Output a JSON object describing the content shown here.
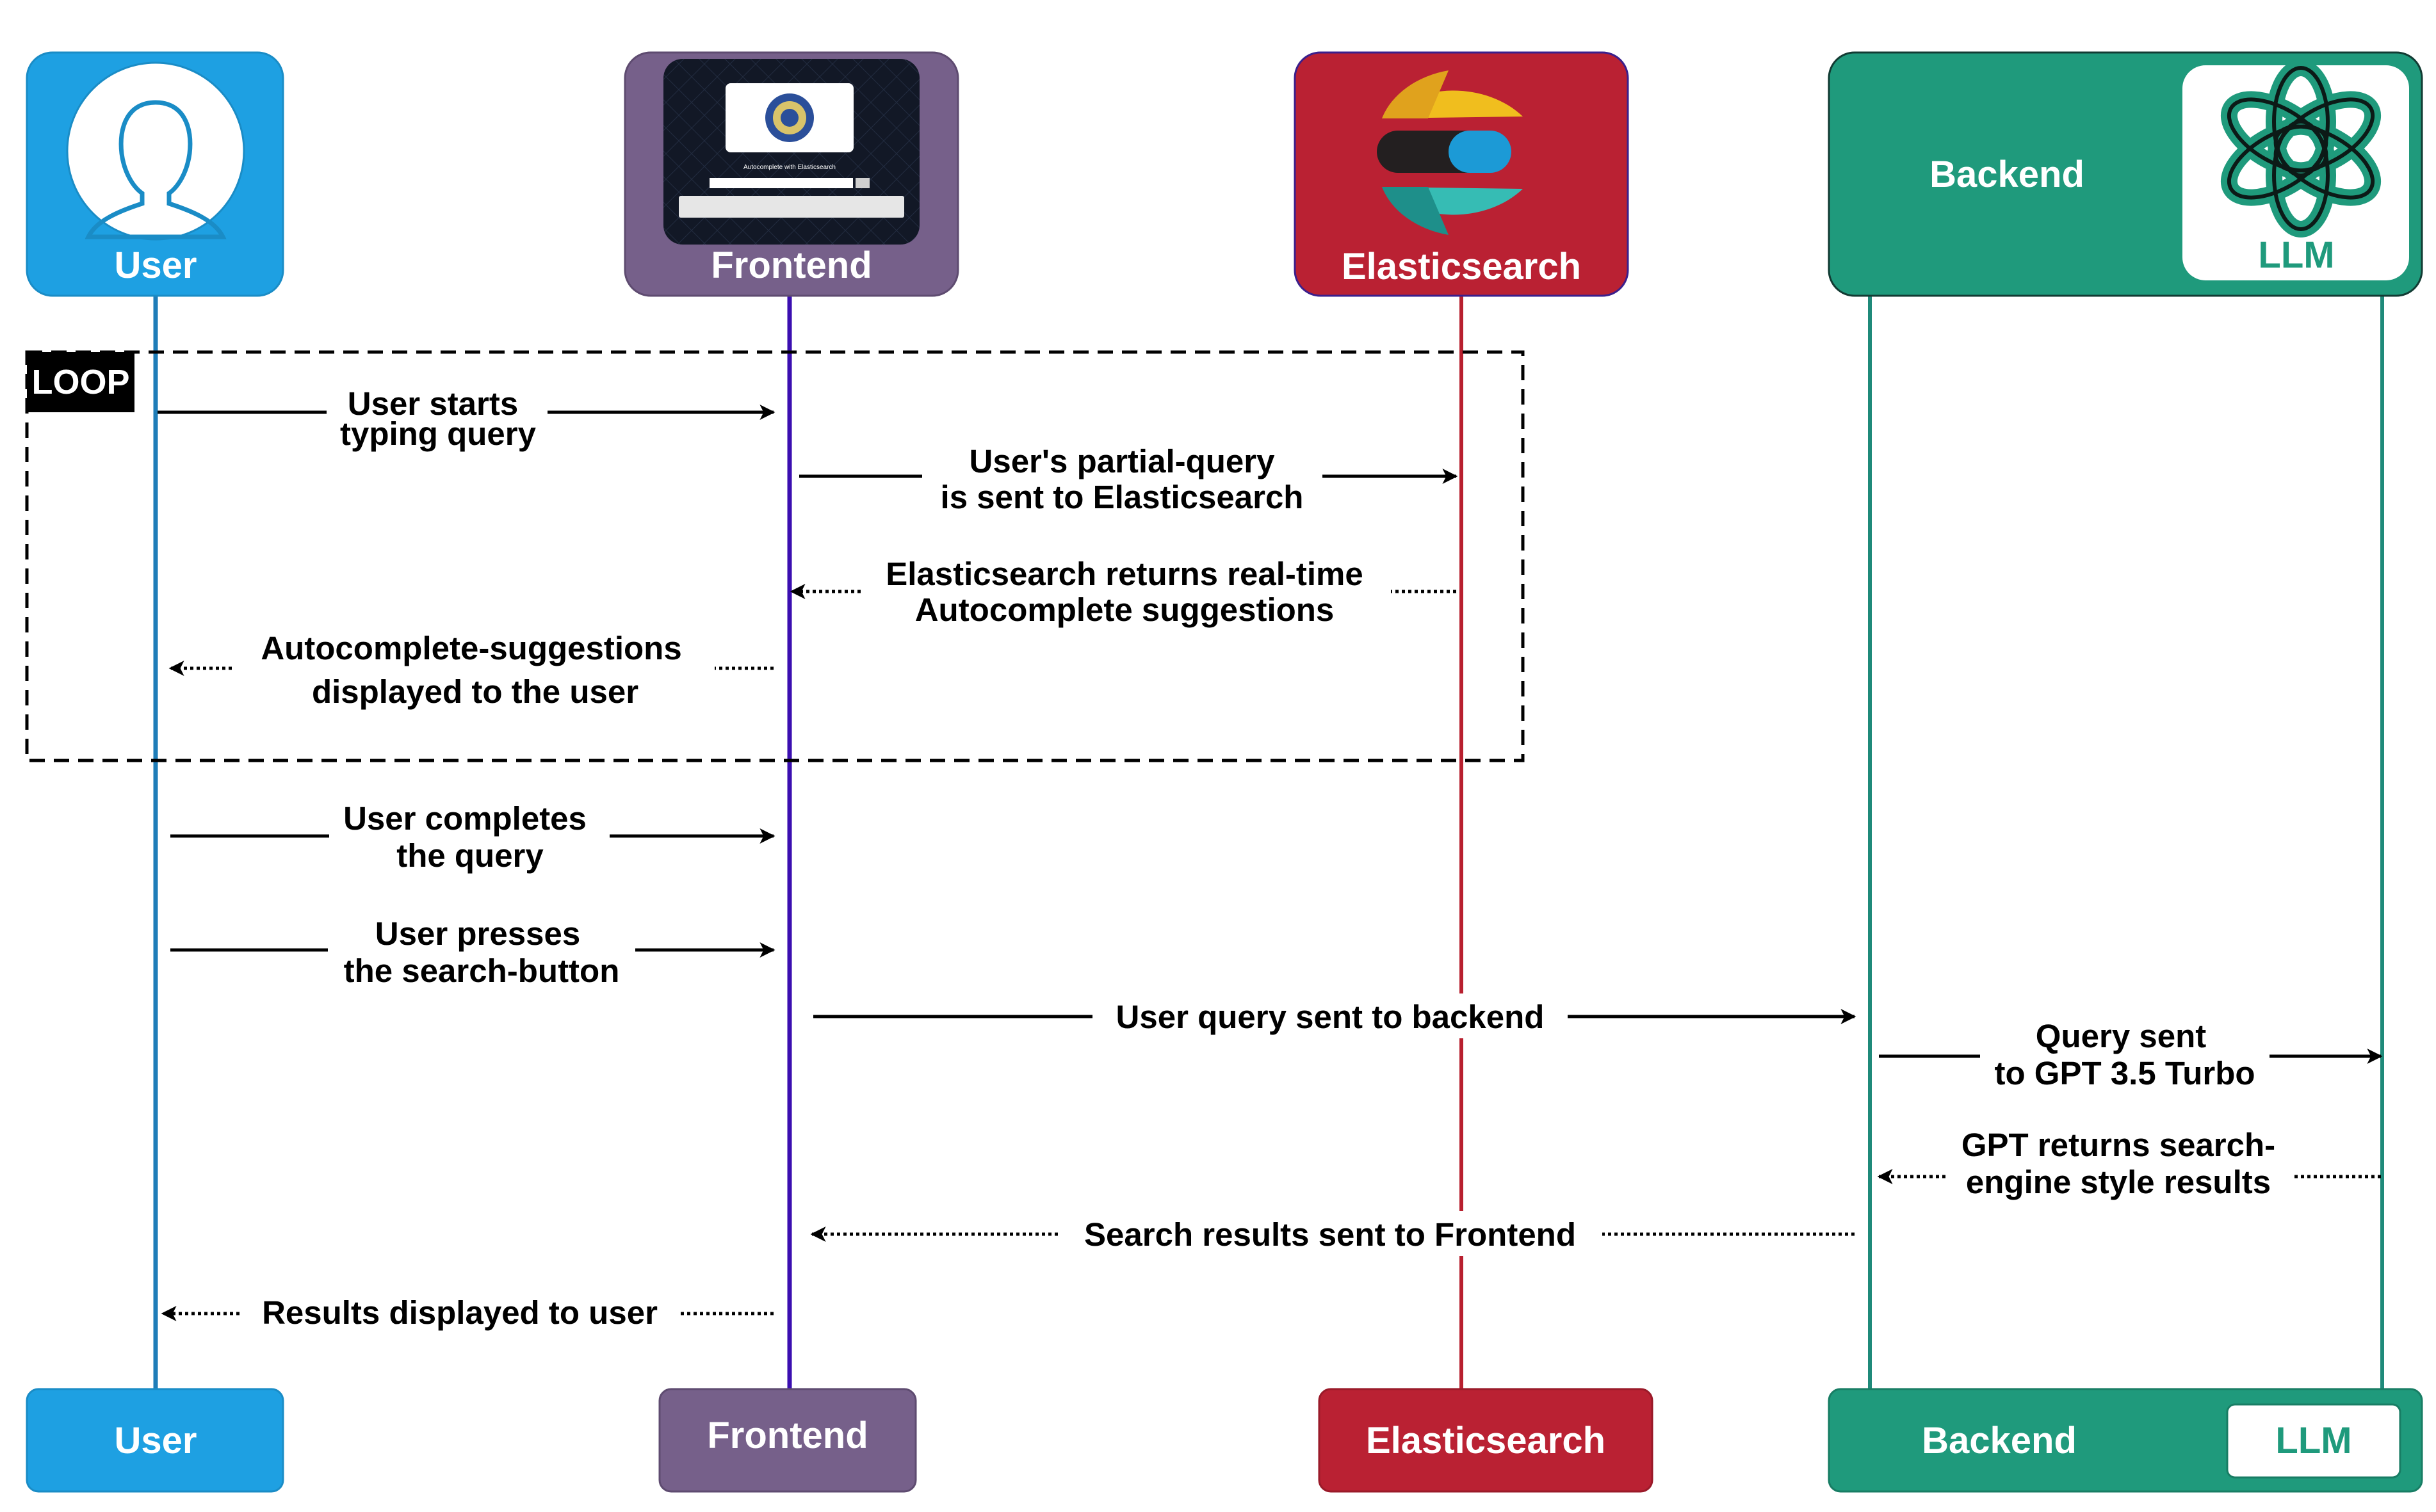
{
  "participants": {
    "user": {
      "label": "User",
      "color": "#1ea0e2"
    },
    "frontend": {
      "label": "Frontend",
      "color": "#76608a"
    },
    "elasticsearch": {
      "label": "Elasticsearch",
      "color": "#ba2133"
    },
    "backend": {
      "label": "Backend",
      "color": "#1f9a7c"
    },
    "llm": {
      "label": "LLM",
      "color": "#1f9a7c"
    }
  },
  "frontend_screenshot": {
    "caption": "Autocomplete with Elasticsearch"
  },
  "loop": {
    "label": "LOOP"
  },
  "messages": [
    {
      "id": "m1",
      "lines": [
        "User starts",
        "typing query"
      ],
      "style": "solid"
    },
    {
      "id": "m2",
      "lines": [
        "User's partial-query",
        "is sent to Elasticsearch"
      ],
      "style": "solid"
    },
    {
      "id": "m3",
      "lines": [
        "Elasticsearch returns real-time",
        "Autocomplete suggestions"
      ],
      "style": "dotted"
    },
    {
      "id": "m4",
      "lines": [
        "Autocomplete-suggestions",
        "displayed to the user"
      ],
      "style": "dotted"
    },
    {
      "id": "m5",
      "lines": [
        "User completes",
        "the query"
      ],
      "style": "solid"
    },
    {
      "id": "m6",
      "lines": [
        "User presses",
        "the search-button"
      ],
      "style": "solid"
    },
    {
      "id": "m7",
      "lines": [
        "User query sent to backend"
      ],
      "style": "solid"
    },
    {
      "id": "m8",
      "lines": [
        "Query sent",
        "to GPT 3.5 Turbo"
      ],
      "style": "solid"
    },
    {
      "id": "m9",
      "lines": [
        "GPT returns search-",
        "engine style results"
      ],
      "style": "dotted"
    },
    {
      "id": "m10",
      "lines": [
        "Search results sent to Frontend"
      ],
      "style": "dotted"
    },
    {
      "id": "m11",
      "lines": [
        "Results displayed to user"
      ],
      "style": "dotted"
    }
  ]
}
